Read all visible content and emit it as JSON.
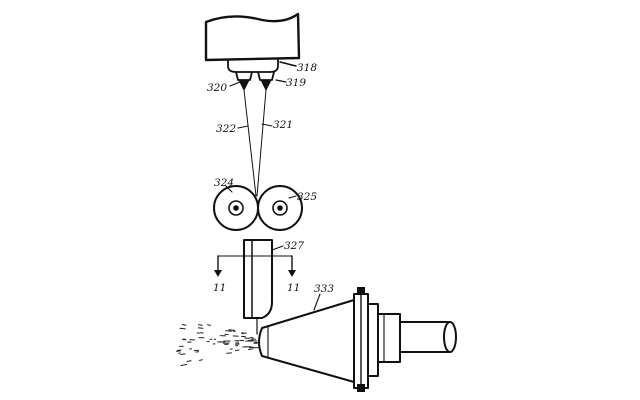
{
  "diagram": {
    "labels": {
      "spinneret_block": "318",
      "orifice_right": "319",
      "orifice_left": "320",
      "filament_right": "321",
      "filament_left": "322",
      "roll_left": "324",
      "roll_right": "325",
      "guide_chute": "327",
      "section_marker_left": "11",
      "section_marker_right": "11",
      "nozzle": "333"
    }
  }
}
